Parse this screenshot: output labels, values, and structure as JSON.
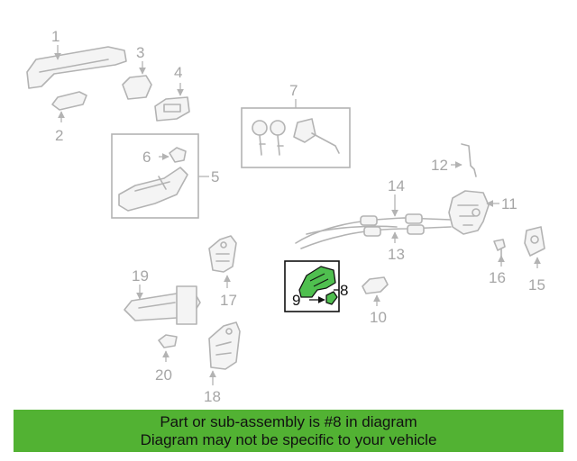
{
  "diagram": {
    "callouts": [
      "1",
      "2",
      "3",
      "4",
      "5",
      "6",
      "7",
      "8",
      "9",
      "10",
      "11",
      "12",
      "13",
      "14",
      "15",
      "16",
      "17",
      "18",
      "19",
      "20"
    ],
    "highlighted_part": "8",
    "highlight_color": "#52b233"
  },
  "banner": {
    "line1": "Part or sub-assembly is #8 in diagram",
    "line2": "Diagram may not be specific to your vehicle",
    "background": "#52b233"
  }
}
